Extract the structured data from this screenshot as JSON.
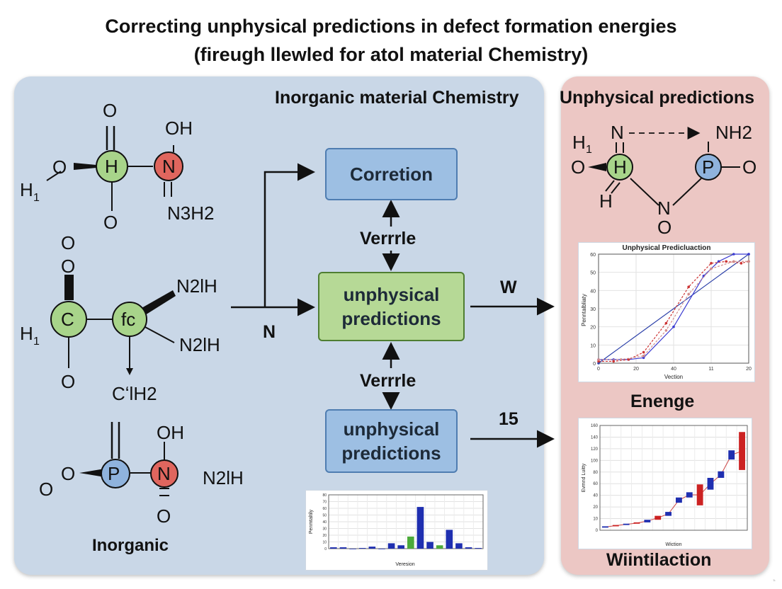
{
  "title": {
    "line1": "Correcting unphysical predictions in defect formation energies",
    "line2": "(fireugh llewled for atol material Chemistry)"
  },
  "left_panel": {
    "heading": "Inorganic material Chemistry",
    "footer": "Inorganic"
  },
  "right_panel": {
    "heading": "Unphysical predictions",
    "label_middle": "Enenge",
    "label_bottom": "Wiintilaction"
  },
  "flow": {
    "box_top": "Corretion",
    "box_middle_line1": "unphysical",
    "box_middle_line2": "predictions",
    "box_bottom_line1": "unphysical",
    "box_bottom_line2": "predictions",
    "label_verrrle_top": "Verrrle",
    "label_verrrle_bottom": "Verrrle",
    "label_n": "N",
    "label_w": "W",
    "label_15": "15"
  },
  "molecules": {
    "m1": {
      "top_o": "O",
      "oh": "OH",
      "h1": "H",
      "h1_sub": "1",
      "o_left": "O",
      "center": "H",
      "n": "N",
      "bottom_o": "O",
      "n3h2": "N3H2"
    },
    "m2": {
      "o1": "O",
      "o2": "O",
      "h1": "H",
      "h1_sub": "1",
      "c": "C",
      "fc": "fc",
      "n2h_top": "N2lH",
      "n2h_bottom": "N2lH",
      "o_bottom": "O",
      "cih2": "CʻlH2"
    },
    "m3": {
      "oh": "OH",
      "o_left": "O",
      "o_small": "O",
      "p": "P",
      "n": "N",
      "n2h": "N2lH",
      "o_bottom": "O"
    },
    "m4": {
      "h1": "H",
      "h1_sub": "1",
      "n_top": "N",
      "nh2": "NH2",
      "o_left": "O",
      "h_center": "H",
      "p": "P",
      "o_right": "O",
      "h_bottom": "H",
      "n_bottom": "N",
      "o_bottom": "O"
    }
  },
  "chart_data": [
    {
      "type": "line",
      "title": "Unphysical Predicluaction",
      "xlabel": "Vection",
      "ylabel": "Penntalbliaty",
      "x_ticks": [
        "0",
        "20",
        "40",
        "11",
        "20"
      ],
      "y_ticks": [
        "0",
        "10",
        "20",
        "30",
        "40",
        "50",
        "60"
      ],
      "xlim": [
        0,
        20
      ],
      "ylim": [
        0,
        60
      ],
      "grid": true,
      "series": [
        {
          "color": "#2a3fa8",
          "x": [
            0,
            20
          ],
          "y": [
            0,
            60
          ]
        },
        {
          "color": "#3b3bd1",
          "x": [
            0,
            2,
            4,
            6,
            10,
            14,
            16,
            18,
            20
          ],
          "y": [
            2,
            2,
            2,
            3,
            20,
            48,
            56,
            60,
            60
          ]
        },
        {
          "color": "#cc3333",
          "x": [
            0,
            2,
            4,
            6,
            9,
            12,
            15,
            17,
            19,
            20
          ],
          "y": [
            1,
            1,
            2,
            6,
            22,
            42,
            55,
            56,
            55,
            56
          ]
        },
        {
          "color": "#d08a8a",
          "x": [
            0,
            3,
            6,
            9,
            12,
            15,
            18,
            20
          ],
          "y": [
            2,
            2,
            4,
            18,
            38,
            52,
            56,
            56
          ]
        }
      ]
    },
    {
      "type": "bar",
      "title": "",
      "xlabel": "Veresion",
      "ylabel": "Penmtaltily",
      "y_ticks": [
        "0",
        "10",
        "20",
        "30",
        "40",
        "50",
        "60",
        "70",
        "80"
      ],
      "ylim": [
        0,
        80
      ],
      "colors": [
        "#1f2fb0",
        "#1f2fb0",
        "#1f2fb0",
        "#1f2fb0",
        "#1f2fb0",
        "#1f2fb0",
        "#1f2fb0",
        "#1f2fb0",
        "#4caa3a",
        "#1f2fb0",
        "#1f2fb0",
        "#4caa3a",
        "#1f2fb0",
        "#1f2fb0",
        "#1f2fb0",
        "#1f2fb0"
      ],
      "values": [
        2,
        2,
        0,
        1,
        3,
        0,
        8,
        5,
        18,
        62,
        10,
        5,
        28,
        8,
        2,
        1
      ],
      "grid": true
    },
    {
      "type": "bar",
      "title": "",
      "xlabel": "Wiction",
      "ylabel": "Evmnd Luitty",
      "y_ticks": [
        "0",
        "10",
        "20",
        "40",
        "60",
        "80",
        "100",
        "120",
        "140",
        "160"
      ],
      "ylim": [
        0,
        160
      ],
      "grid": true,
      "candles": [
        {
          "low": 4,
          "high": 6,
          "color": "#1f2fb0"
        },
        {
          "low": 6,
          "high": 8,
          "color": "#cc2222"
        },
        {
          "low": 8,
          "high": 10,
          "color": "#1f2fb0"
        },
        {
          "low": 10,
          "high": 12,
          "color": "#cc2222"
        },
        {
          "low": 12,
          "high": 16,
          "color": "#1f2fb0"
        },
        {
          "low": 16,
          "high": 22,
          "color": "#cc2222"
        },
        {
          "low": 22,
          "high": 28,
          "color": "#1f2fb0"
        },
        {
          "low": 42,
          "high": 50,
          "color": "#1f2fb0"
        },
        {
          "low": 50,
          "high": 58,
          "color": "#1f2fb0"
        },
        {
          "low": 38,
          "high": 70,
          "color": "#cc2222"
        },
        {
          "low": 62,
          "high": 80,
          "color": "#1f2fb0"
        },
        {
          "low": 80,
          "high": 90,
          "color": "#1f2fb0"
        },
        {
          "low": 108,
          "high": 122,
          "color": "#1f2fb0"
        },
        {
          "low": 92,
          "high": 150,
          "color": "#cc2222"
        }
      ]
    }
  ],
  "colors": {
    "left_panel": "#c9d7e7",
    "right_panel": "#ecc7c4",
    "atom_green": "#a8d48a",
    "atom_red": "#e0665e",
    "atom_blue": "#8fb3dd"
  }
}
